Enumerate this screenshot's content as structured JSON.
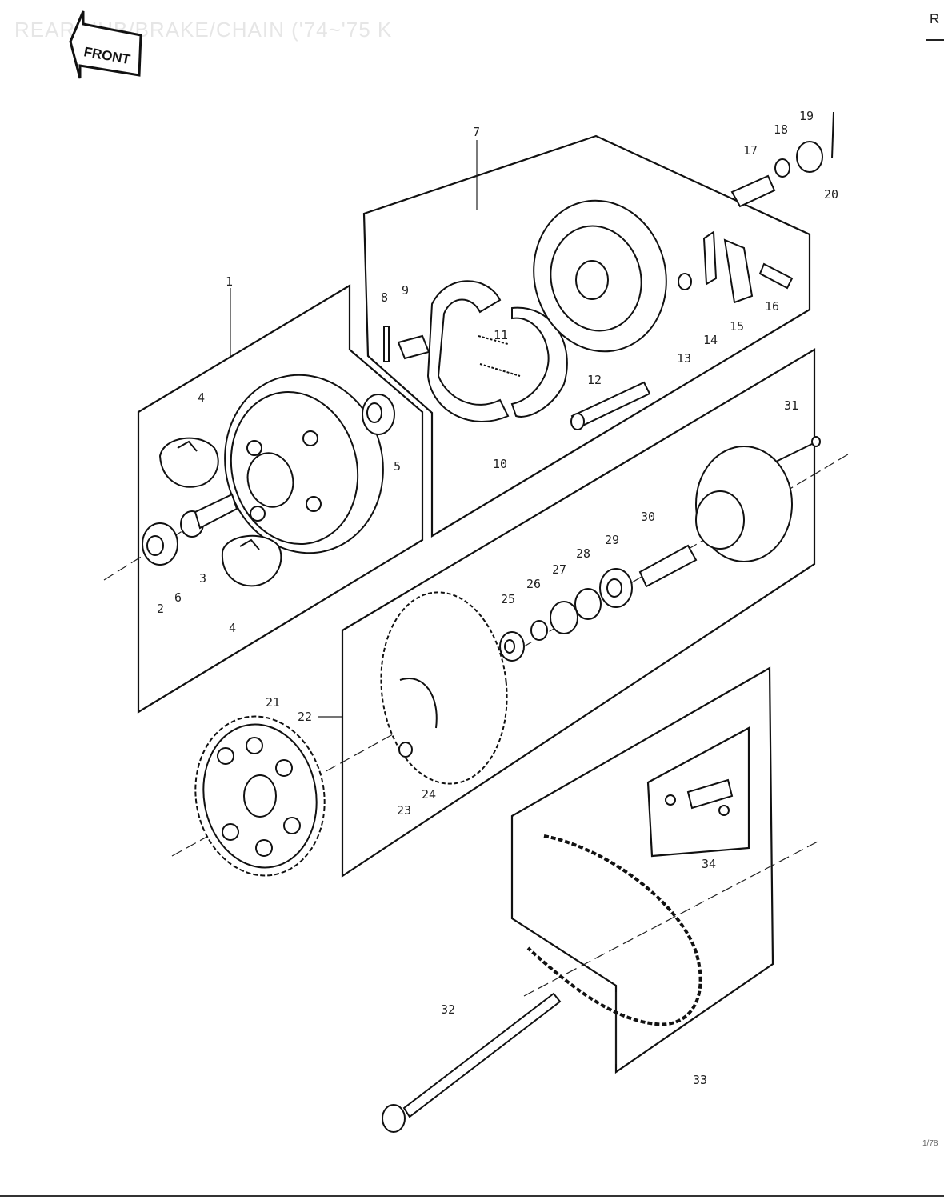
{
  "header": {
    "title": "REAR HUB/BRAKE/CHAIN ('74~'75 K",
    "corner_mark": "R"
  },
  "front_arrow": {
    "text": "FRONT"
  },
  "footer": {
    "page_code": "1/78"
  },
  "callouts": {
    "c1": "1",
    "c2": "2",
    "c3": "3",
    "c4a": "4",
    "c4b": "4",
    "c5": "5",
    "c6": "6",
    "c7": "7",
    "c8": "8",
    "c9": "9",
    "c10": "10",
    "c11": "11",
    "c12": "12",
    "c13": "13",
    "c14": "14",
    "c15": "15",
    "c16": "16",
    "c17": "17",
    "c18": "18",
    "c19": "19",
    "c20": "20",
    "c21": "21",
    "c22": "22",
    "c23": "23",
    "c24": "24",
    "c25": "25",
    "c26": "26",
    "c27": "27",
    "c28": "28",
    "c29": "29",
    "c30": "30",
    "c31": "31",
    "c32": "32",
    "c33": "33",
    "c34": "34"
  }
}
